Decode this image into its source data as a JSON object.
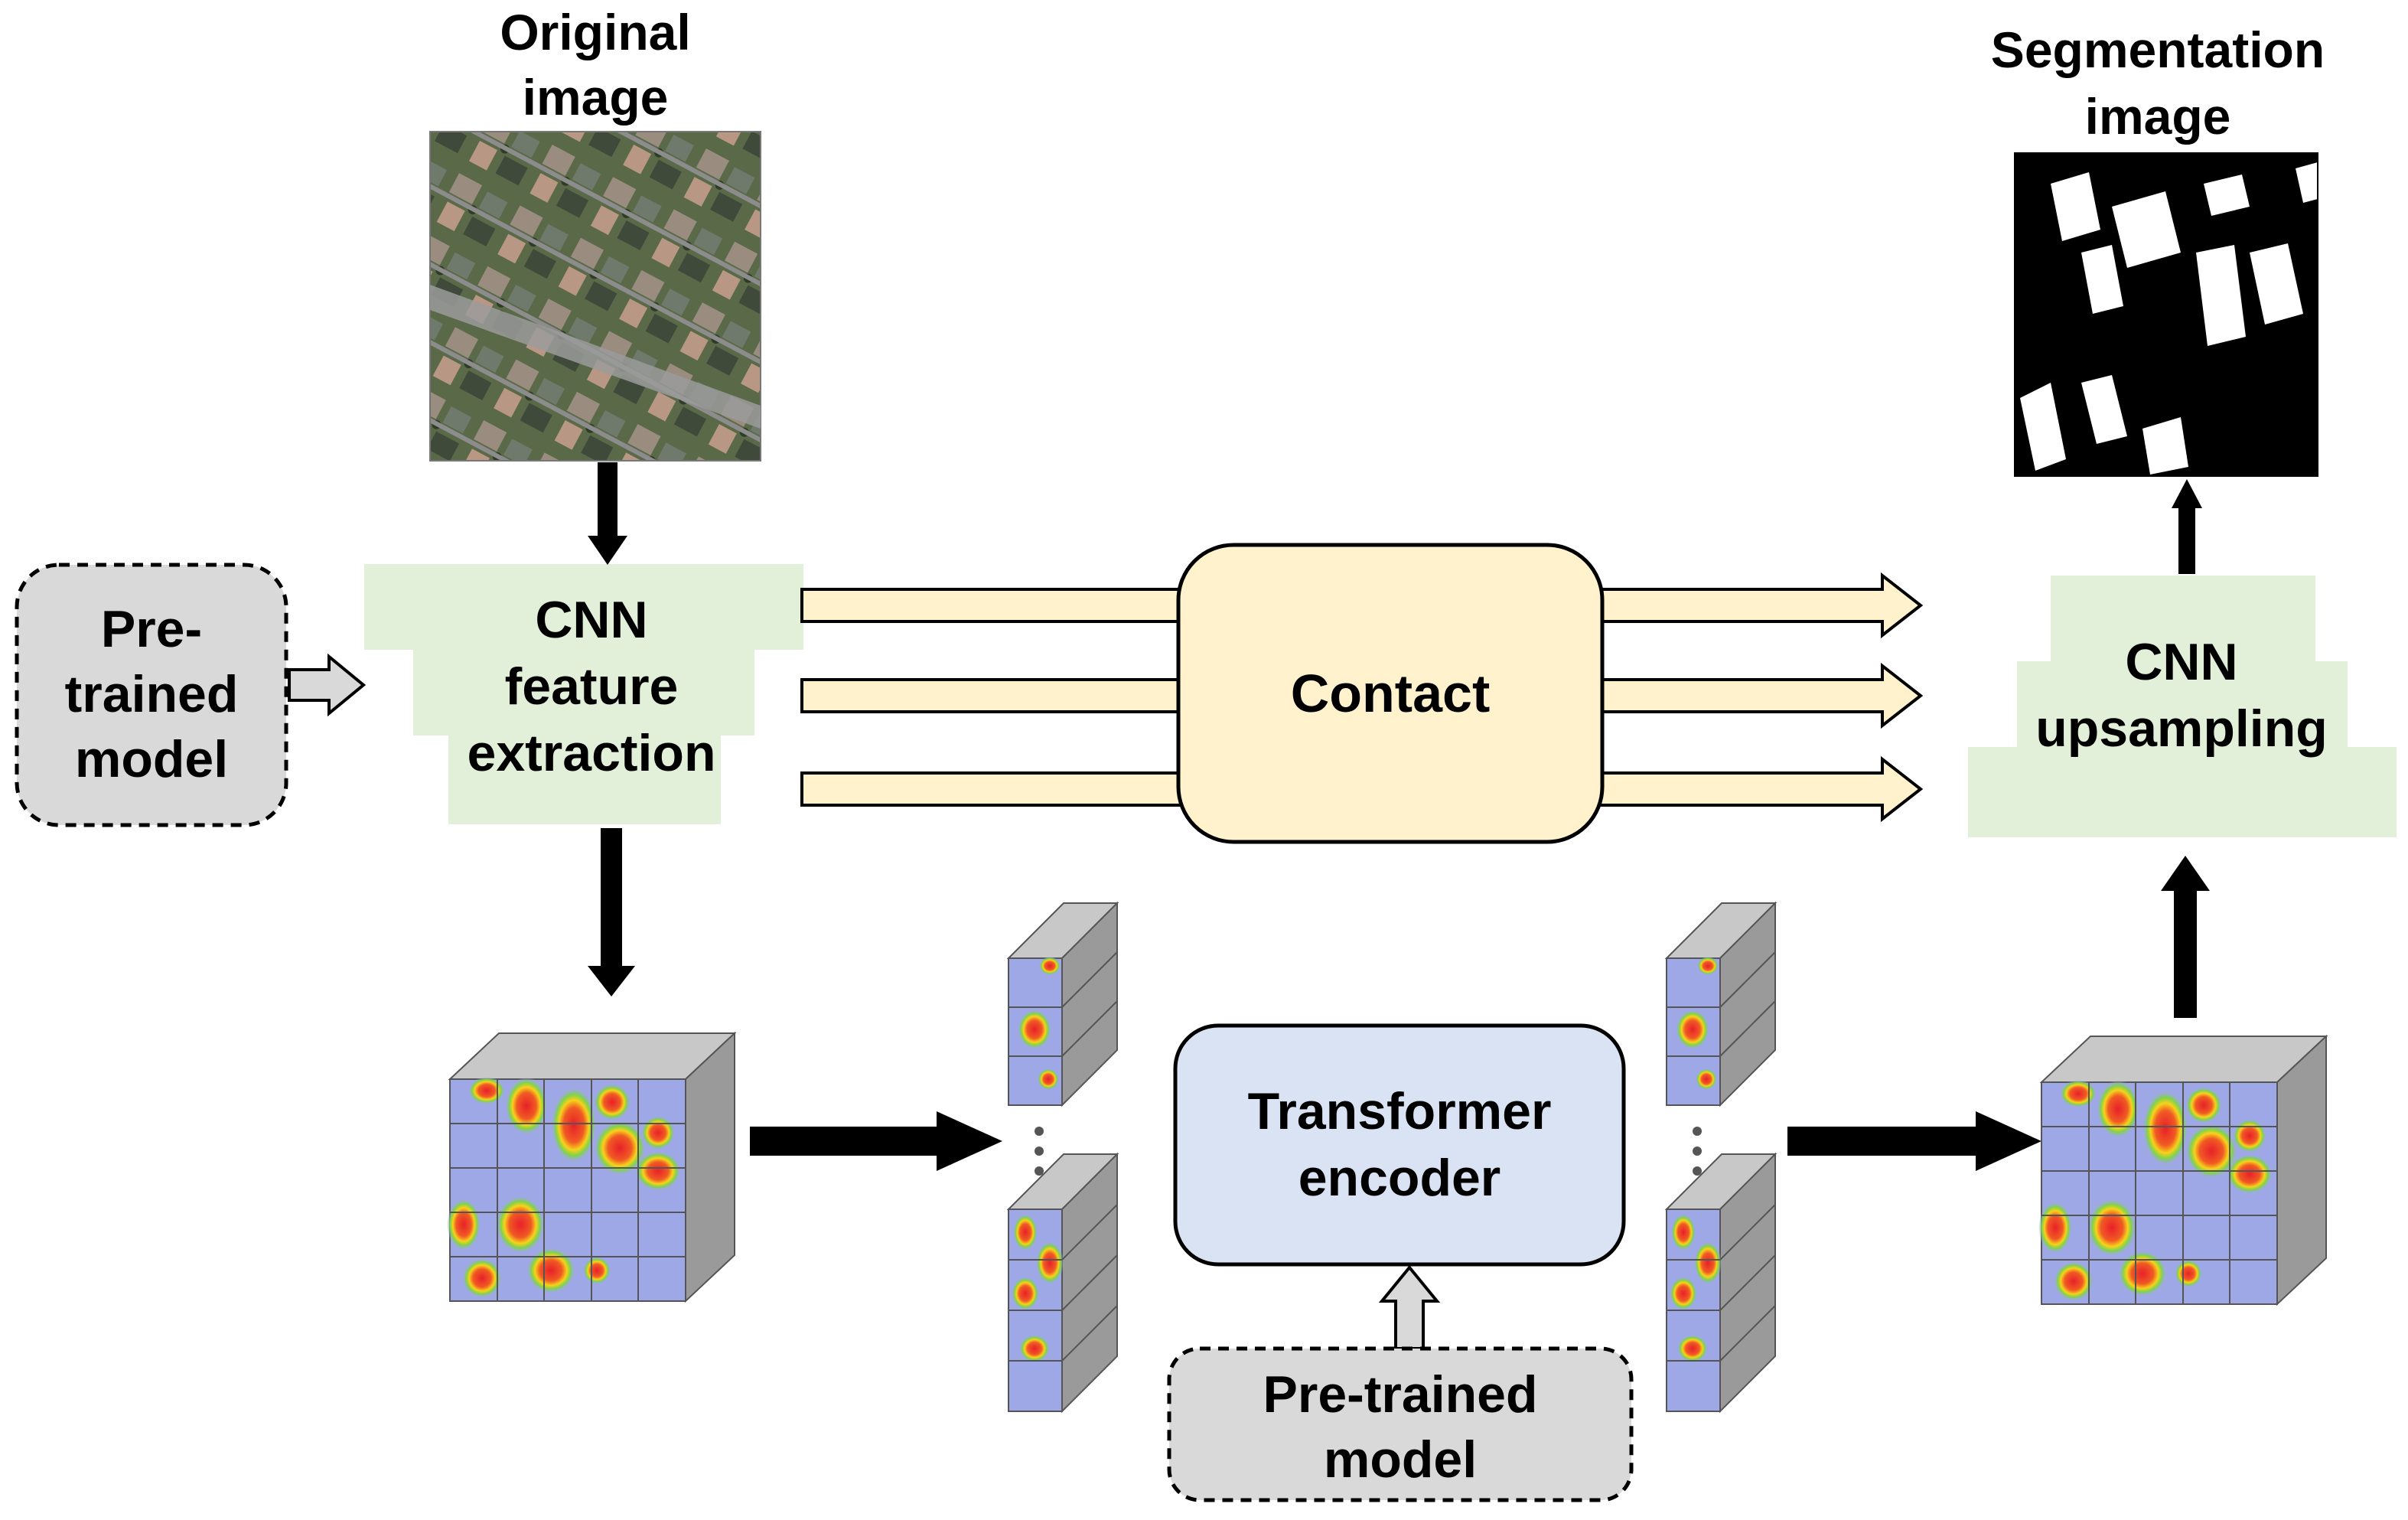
{
  "input": {
    "title_line1": "Original",
    "title_line2": "image"
  },
  "output": {
    "title_line1": "Segmentation",
    "title_line2": "image"
  },
  "pretrained_left": {
    "line1": "Pre-",
    "line2": "trained",
    "line3": "model"
  },
  "cnn_extract": {
    "line1": "CNN",
    "line2": "feature",
    "line3": "extraction"
  },
  "contact": {
    "label": "Contact"
  },
  "cnn_upsample": {
    "line1": "CNN",
    "line2": "upsampling"
  },
  "transformer": {
    "line1": "Transformer",
    "line2": "encoder"
  },
  "pretrained_bottom": {
    "line1": "Pre-trained",
    "line2": "model"
  },
  "colors": {
    "green_block": "#e2f0d9",
    "contact_fill": "#fff2cc",
    "transformer_fill": "#dae3f3",
    "pretrained_fill": "#d9d9d9",
    "feature_blue": "#9ea8e6",
    "arrow_yellow": "#fff2cc"
  }
}
